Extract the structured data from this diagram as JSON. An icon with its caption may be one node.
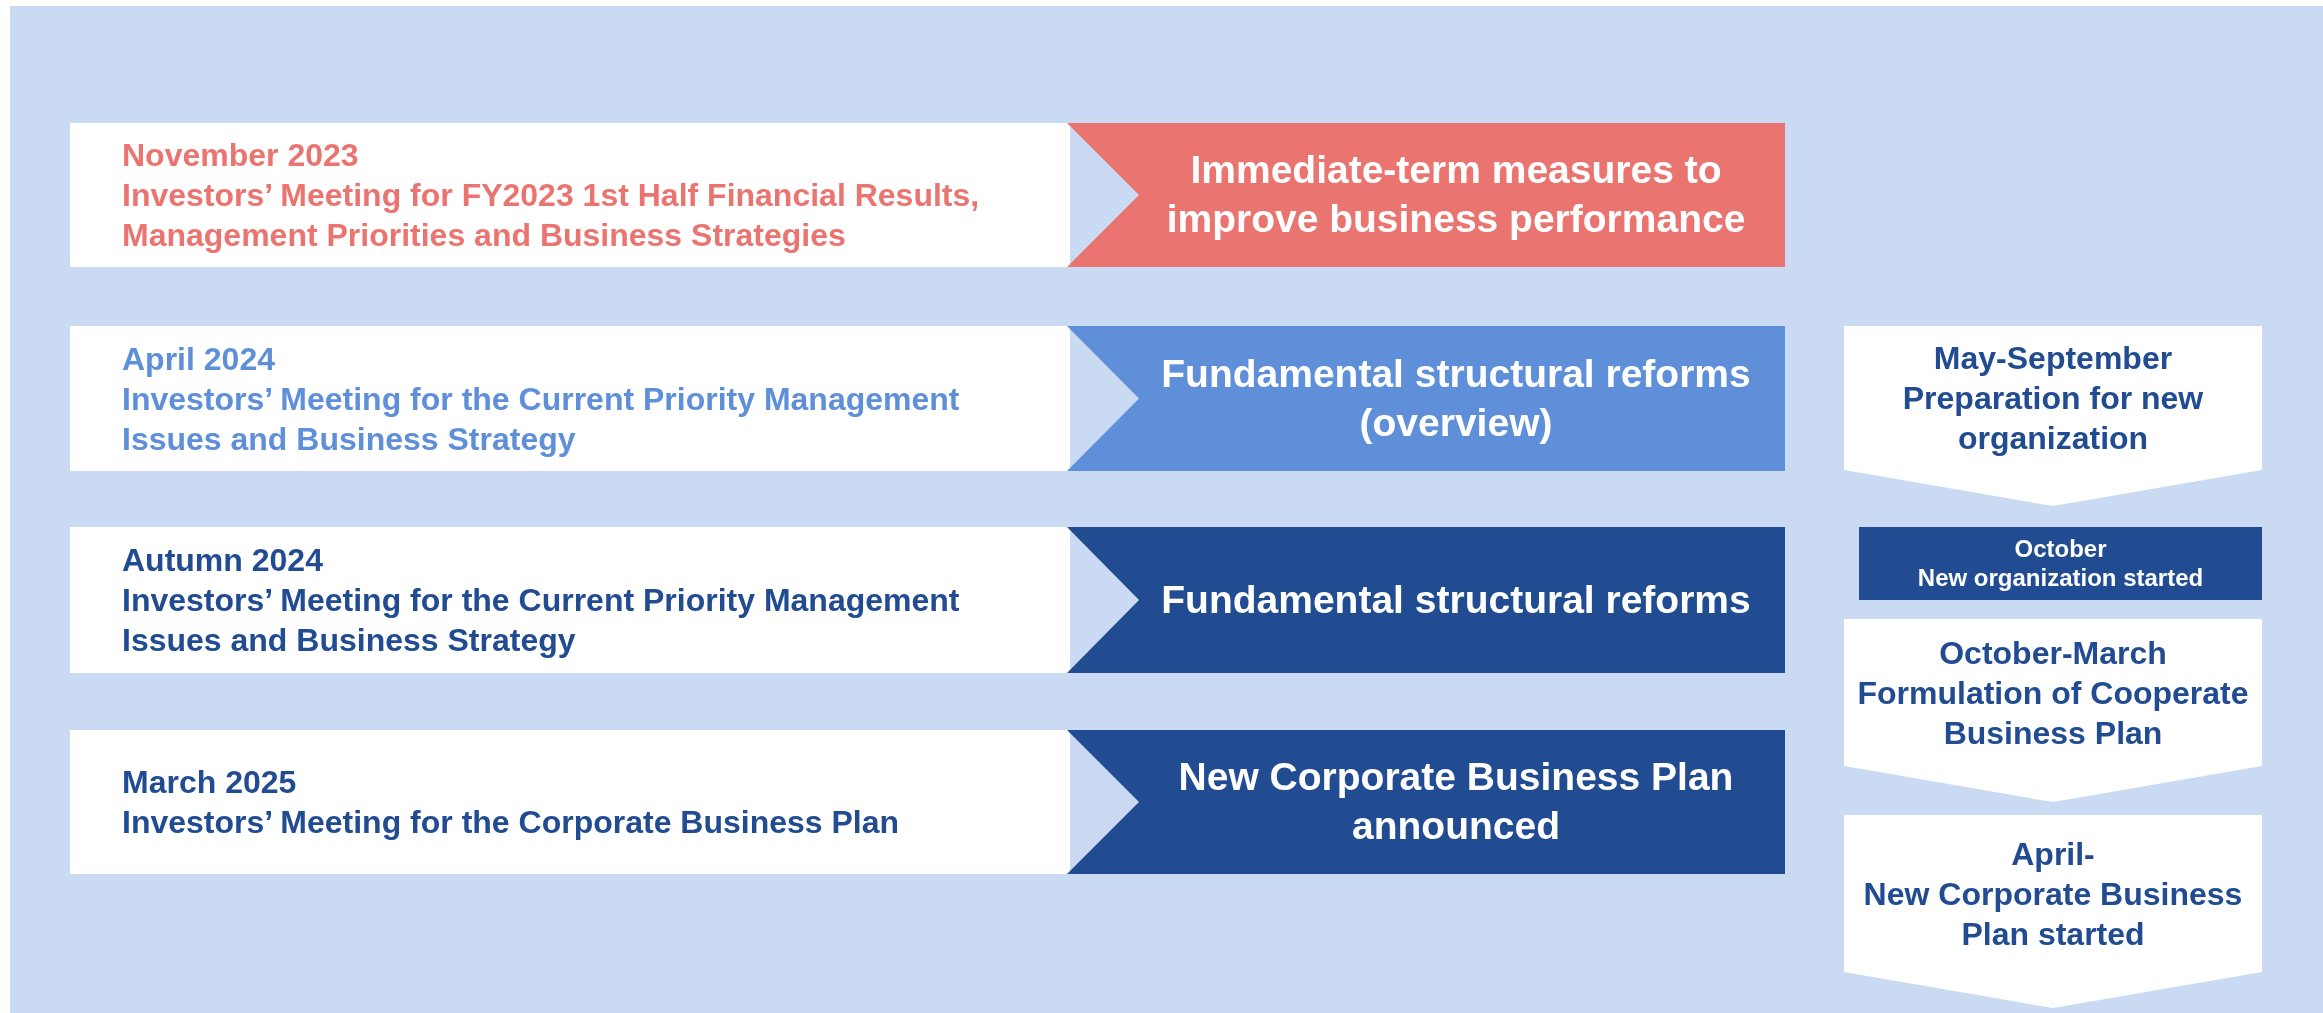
{
  "diagram": {
    "nodes": [
      {
        "text": [
          "November 2023",
          "Investors’ Meeting for FY2023 1st Half Financial Results, Management Priorities and Business Strategies"
        ]
      },
      {
        "text": [
          "Immediate-term measures to improve business performance"
        ]
      },
      {
        "text": [
          "April 2024",
          "Investors’ Meeting for the Current Priority Management Issues and Business Strategy"
        ]
      },
      {
        "text": [
          "Fundamental structural reforms (overview)"
        ]
      },
      {
        "text": [
          "Autumn 2024",
          "Investors’ Meeting for the Current Priority Management Issues and Business Strategy"
        ]
      },
      {
        "text": [
          "Fundamental structural reforms"
        ]
      },
      {
        "text": [
          "March 2025",
          "Investors’ Meeting for the Corporate Business Plan"
        ]
      },
      {
        "text": [
          "New Corporate Business Plan announced"
        ]
      },
      {
        "text": [
          "May-September",
          "Preparation for new organization"
        ]
      },
      {
        "text": [
          "October",
          "New organization started"
        ]
      },
      {
        "text": [
          "October-March",
          "Formulation of Cooperate Business Plan"
        ]
      },
      {
        "text": [
          "April-",
          "New Corporate Business Plan started"
        ]
      }
    ]
  }
}
